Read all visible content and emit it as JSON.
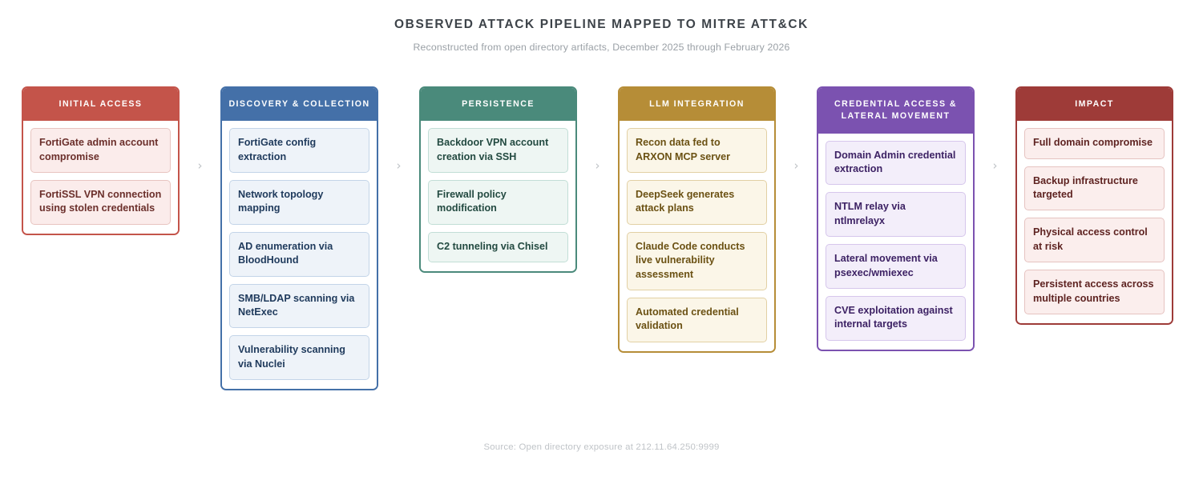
{
  "header": {
    "title": "OBSERVED ATTACK PIPELINE MAPPED TO MITRE ATT&CK",
    "subtitle": "Reconstructed from open directory artifacts, December 2025 through February 2026"
  },
  "footer": {
    "source": "Source: Open directory exposure at 212.11.64.250:9999"
  },
  "connector": {
    "glyph": "›",
    "icon": "chevron-right-icon",
    "color": "#bfc3c7"
  },
  "stages": [
    {
      "id": "initial-access",
      "label": "INITIAL ACCESS",
      "accent": "#c4544a",
      "card_bg": "#fbeceb",
      "card_border": "#e8c4c0",
      "card_text": "#6b2f2b",
      "steps": [
        "FortiGate admin account compromise",
        "FortiSSL VPN connection using stolen credentials"
      ]
    },
    {
      "id": "discovery-collection",
      "label": "DISCOVERY & COLLECTION",
      "accent": "#4470a8",
      "card_bg": "#eef3f9",
      "card_border": "#c3d4e8",
      "card_text": "#1f3a5c",
      "steps": [
        "FortiGate config extraction",
        "Network topology mapping",
        "AD enumeration via BloodHound",
        "SMB/LDAP scanning via NetExec",
        "Vulnerability scanning via Nuclei"
      ]
    },
    {
      "id": "persistence",
      "label": "PERSISTENCE",
      "accent": "#4a8a7b",
      "card_bg": "#eef6f3",
      "card_border": "#c2ded6",
      "card_text": "#234a41",
      "steps": [
        "Backdoor VPN account creation via SSH",
        "Firewall policy modification",
        "C2 tunneling via Chisel"
      ]
    },
    {
      "id": "llm-integration",
      "label": "LLM INTEGRATION",
      "accent": "#b68d37",
      "card_bg": "#fbf6e8",
      "card_border": "#e2d0a4",
      "card_text": "#6b5113",
      "steps": [
        "Recon data fed to ARXON MCP server",
        "DeepSeek generates attack plans",
        "Claude Code conducts live vulnerability assessment",
        "Automated credential validation"
      ]
    },
    {
      "id": "credential-access-lateral-movement",
      "label": "CREDENTIAL ACCESS & LATERAL MOVEMENT",
      "accent": "#7b52b0",
      "card_bg": "#f3eefa",
      "card_border": "#d6c6ec",
      "card_text": "#3d2264",
      "steps": [
        "Domain Admin credential extraction",
        "NTLM relay via ntlmrelayx",
        "Lateral movement via psexec/wmiexec",
        "CVE exploitation against internal targets"
      ]
    },
    {
      "id": "impact",
      "label": "IMPACT",
      "accent": "#9e3b38",
      "card_bg": "#fbeeed",
      "card_border": "#e6c3c1",
      "card_text": "#5e2321",
      "steps": [
        "Full domain compromise",
        "Backup infrastructure targeted",
        "Physical access control at risk",
        "Persistent access across multiple countries"
      ]
    }
  ]
}
